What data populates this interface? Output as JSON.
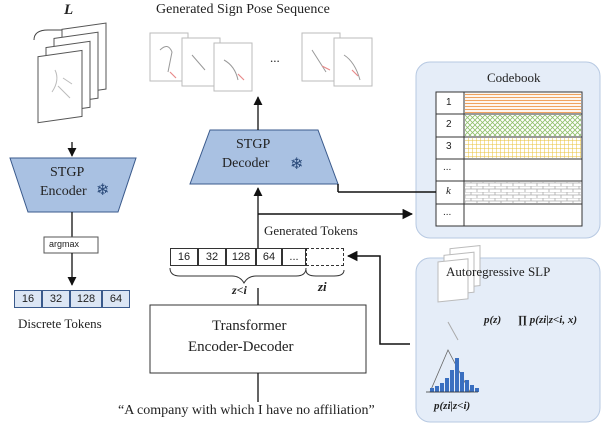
{
  "diagram": {
    "top_label": "Generated Sign Pose Sequence",
    "L_label": "L",
    "encoder": {
      "line1": "STGP",
      "line2": "Encoder"
    },
    "decoder": {
      "line1": "STGP",
      "line2": "Decoder"
    },
    "argmax_label": "argmax",
    "discrete_tokens": [
      "16",
      "32",
      "128",
      "64"
    ],
    "discrete_tokens_label": "Discrete Tokens",
    "ellipsis": "...",
    "codebook": {
      "title": "Codebook",
      "rows": [
        "1",
        "2",
        "3",
        "...",
        "k",
        "..."
      ]
    },
    "generated_tokens_label": "Generated Tokens",
    "generated_tokens": [
      "16",
      "32",
      "128",
      "64",
      "..."
    ],
    "z_less_i": "z<i",
    "z_i": "zi",
    "transformer": {
      "line1": "Transformer",
      "line2": "Encoder-Decoder"
    },
    "input_sentence": "“A company with which I have no affiliation”",
    "autoregressive": {
      "title": "Autoregressive SLP",
      "p_z": "p(z)",
      "product": "∏ p(zi|z<i, x)",
      "p_cond": "p(zi|z<i)"
    },
    "colors": {
      "accent_blue": "#a9c1e2",
      "panel_bg": "#e5edf8",
      "orange": "#f0a35e",
      "green": "#8fc06a",
      "yellow": "#e8c23a",
      "gray": "#9a9a9a"
    }
  }
}
